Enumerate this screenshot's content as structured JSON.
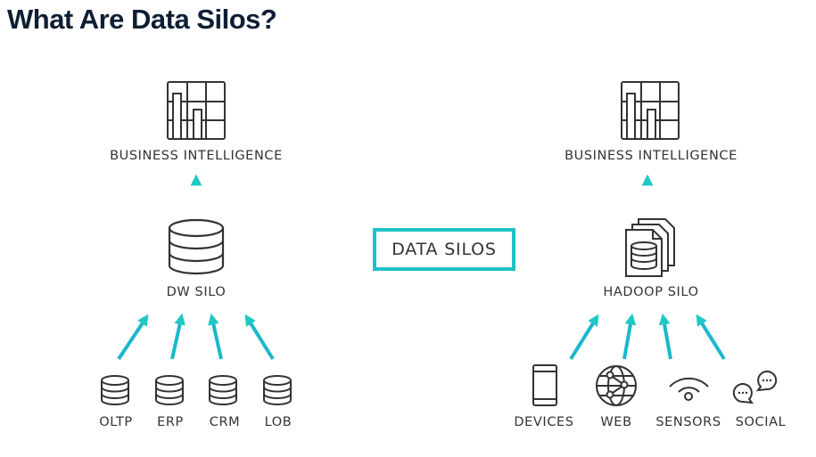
{
  "title": "What Are Data Silos?",
  "center_label": "DATA SILOS",
  "accent_color": "#1ec2c4",
  "left": {
    "bi_label": "BUSINESS INTELLIGENCE",
    "silo_label": "DW SILO",
    "sources": [
      "OLTP",
      "ERP",
      "CRM",
      "LOB"
    ]
  },
  "right": {
    "bi_label": "BUSINESS INTELLIGENCE",
    "silo_label": "HADOOP SILO",
    "sources": [
      "DEVICES",
      "WEB",
      "SENSORS",
      "SOCIAL"
    ]
  }
}
